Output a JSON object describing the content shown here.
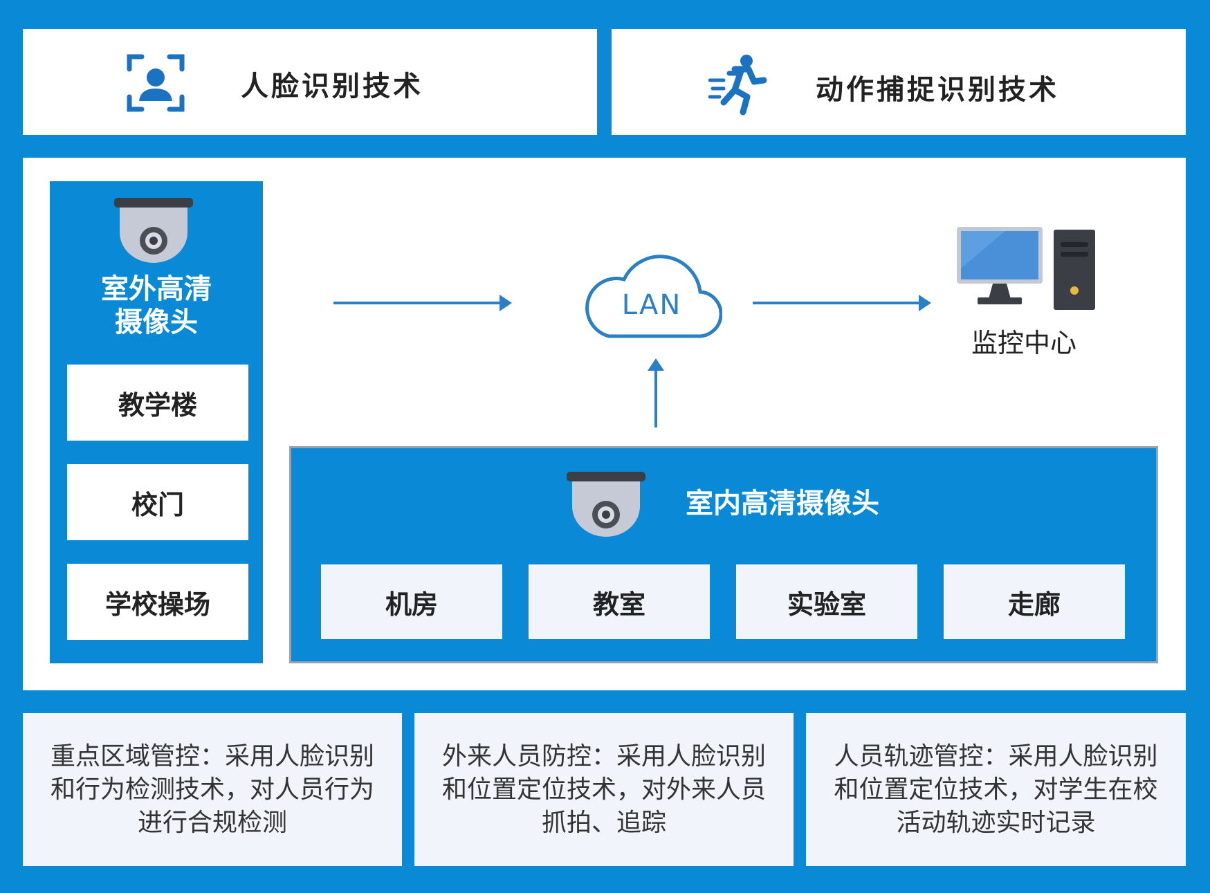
{
  "top": {
    "face": {
      "label": "人脸识别技术",
      "icon": "face-scan-icon"
    },
    "motion": {
      "label": "动作捕捉识别技术",
      "icon": "running-man-icon"
    }
  },
  "outdoor": {
    "title": "室外高清\n摄像头",
    "icon": "dome-camera-icon",
    "locations": [
      "教学楼",
      "校门",
      "学校操场"
    ]
  },
  "network": {
    "cloud_label": "LAN",
    "icon": "cloud-icon"
  },
  "monitor": {
    "label": "监控中心",
    "icon": "computer-icon"
  },
  "indoor": {
    "title": "室内高清摄像头",
    "icon": "dome-camera-icon",
    "rooms": [
      "机房",
      "教室",
      "实验室",
      "走廊"
    ]
  },
  "descriptions": [
    "重点区域管控：采用人脸识别\n和行为检测技术，对人员行为\n进行合规检测",
    "外来人员防控：采用人脸识别\n和位置定位技术，对外来人员\n抓拍、追踪",
    "人员轨迹管控：采用人脸识别\n和位置定位技术，对学生在校\n活动轨迹实时记录"
  ],
  "colors": {
    "accent": "#0a8ad6",
    "arrow": "#2b7fc4",
    "light_box": "#f1f4fb"
  }
}
